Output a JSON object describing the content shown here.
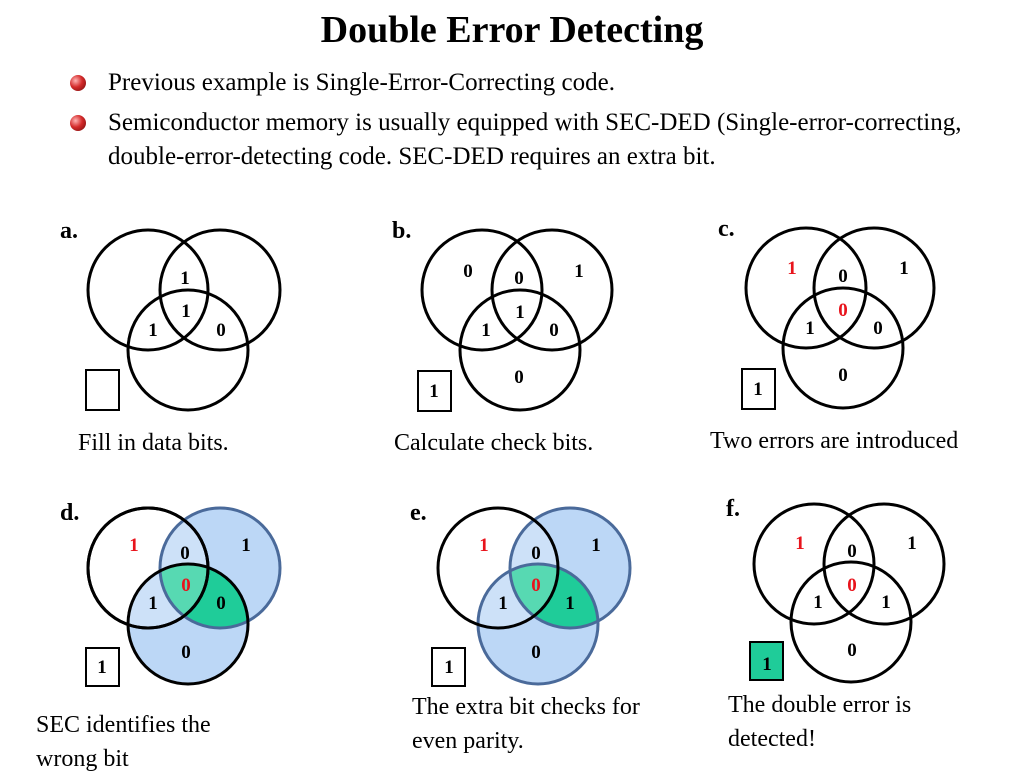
{
  "title": "Double Error Detecting",
  "bullets": [
    "Previous example is Single-Error-Correcting code.",
    "Semiconductor memory is usually equipped with SEC-DED (Single-error-correcting, double-error-detecting code.  SEC-DED requires an extra bit."
  ],
  "colors": {
    "red": "#e8141c",
    "blue_fill": "#bcd7f6",
    "green_fill": "#1fcc99",
    "black": "#000000"
  },
  "panels": [
    {
      "letter": "a.",
      "caption": "Fill in data bits.",
      "top": "",
      "center": "1",
      "mid": "1",
      "left": "",
      "right": "",
      "lower_left": "1",
      "lower_right": "0",
      "bottom": "",
      "box": ""
    },
    {
      "letter": "b.",
      "caption": "Calculate check bits.",
      "top": "0",
      "center": "1",
      "mid": "0",
      "left": "0",
      "right": "1",
      "lower_left": "1",
      "lower_right": "0",
      "bottom": "0",
      "box": "1"
    },
    {
      "letter": "c.",
      "caption": "Two errors are introduced",
      "top": "0",
      "center": "0",
      "mid": "0",
      "left": "1",
      "right": "1",
      "lower_left": "1",
      "lower_right": "0",
      "bottom": "0",
      "box": "1"
    },
    {
      "letter": "d.",
      "caption": "SEC identifies the wrong bit",
      "top": "0",
      "center": "0",
      "mid": "0",
      "left": "1",
      "right": "1",
      "lower_left": "1",
      "lower_right": "0",
      "bottom": "0",
      "box": "1"
    },
    {
      "letter": "e.",
      "caption": "The extra bit checks for even parity.",
      "top": "0",
      "center": "0",
      "mid": "0",
      "left": "1",
      "right": "1",
      "lower_left": "1",
      "lower_right": "1",
      "bottom": "0",
      "box": "1"
    },
    {
      "letter": "f.",
      "caption": "The double error is detected!",
      "top": "0",
      "center": "0",
      "mid": "0",
      "left": "1",
      "right": "1",
      "lower_left": "1",
      "lower_right": "1",
      "bottom": "0",
      "box": "1"
    }
  ]
}
